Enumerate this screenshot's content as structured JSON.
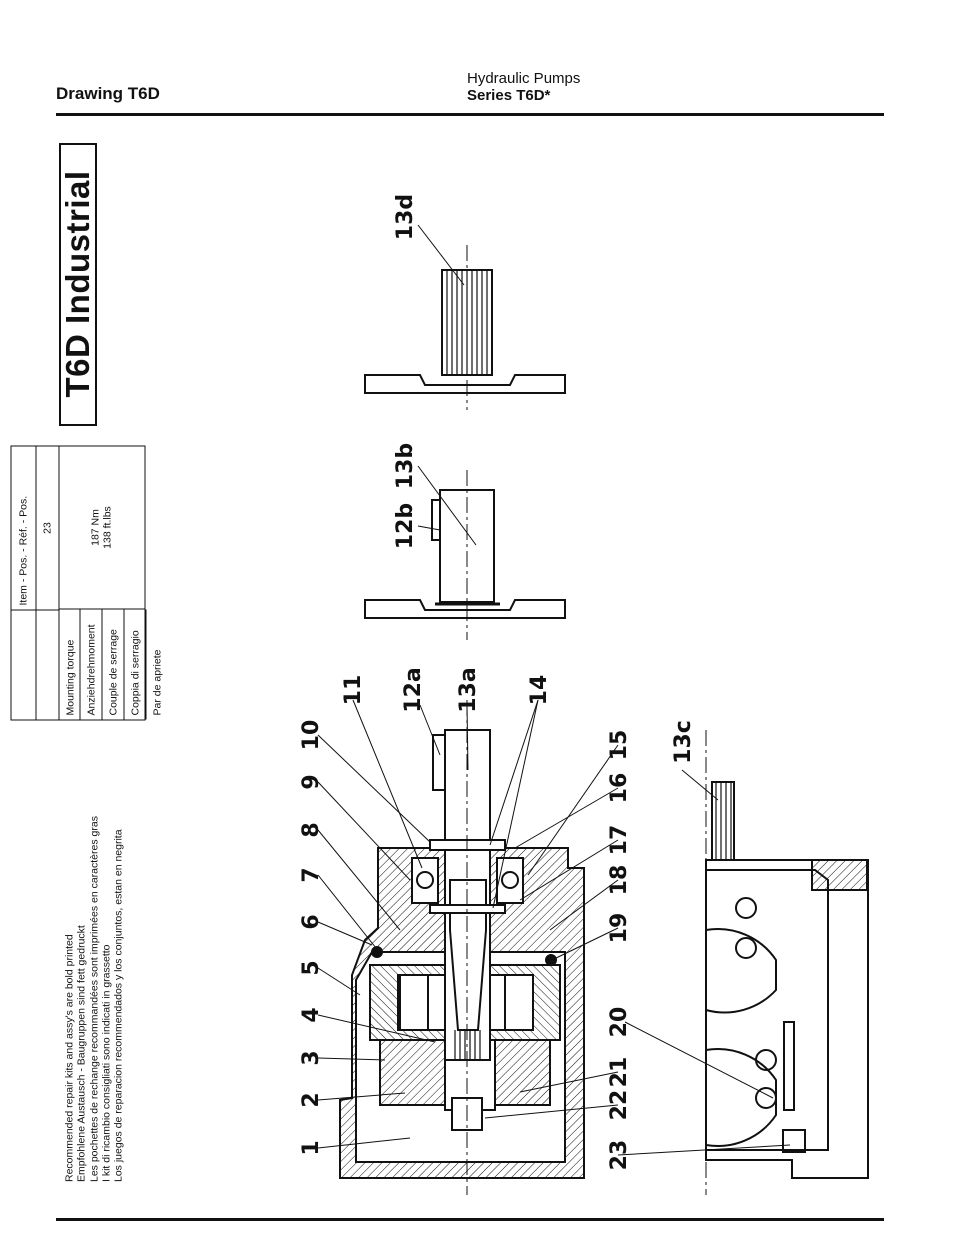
{
  "header": {
    "drawing_title": "Drawing T6D",
    "product_line1": "Hydraulic Pumps",
    "product_line2": "Series T6D*"
  },
  "brand": "T6D Industrial",
  "torque_table": {
    "header": "Item - Pos. - Réf. - Pos.",
    "item": "23",
    "rows": [
      "Mounting torque",
      "Anziehdrehmoment",
      "Couple de serrage",
      "Coppia di serragio",
      "Par de apriete"
    ],
    "value_nm": "187 Nm",
    "value_ftlbs": "138 ft.lbs"
  },
  "notes": [
    "Recommended repair kits and assy's are bold printed",
    "Empfohlene Austausch - Baugruppen sind fett gedruckt",
    "Les pochettes de rechange recommandées sont imprimées en caractères gras",
    "I kit di ricambio consigliati sono indicati in grassetto",
    "Los juegos de reparacion recommendados y los conjuntos, estan en negrita"
  ],
  "drawing": {
    "labels": [
      "1",
      "2",
      "3",
      "4",
      "5",
      "6",
      "7",
      "8",
      "9",
      "10",
      "11",
      "12a",
      "13a",
      "14",
      "15",
      "16",
      "17",
      "18",
      "19",
      "20",
      "21",
      "22",
      "23",
      "13c",
      "12b",
      "13b",
      "13d"
    ]
  }
}
